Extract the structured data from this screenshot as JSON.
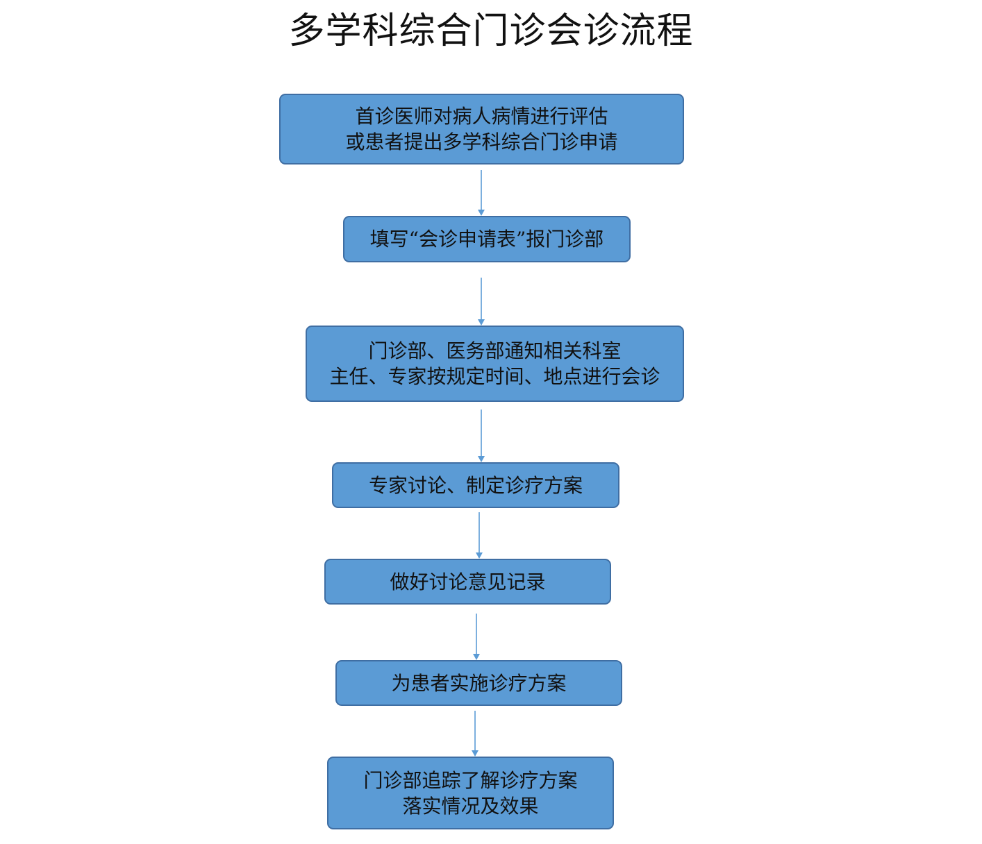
{
  "title": "多学科综合门诊会诊流程",
  "steps": [
    {
      "lines": [
        "首诊医师对病人病情进行评估",
        "或患者提出多学科综合门诊申请"
      ]
    },
    {
      "lines": [
        "填写“会诊申请表”报门诊部"
      ]
    },
    {
      "lines": [
        "门诊部、医务部通知相关科室",
        "主任、专家按规定时间、地点进行会诊"
      ]
    },
    {
      "lines": [
        "专家讨论、制定诊疗方案"
      ]
    },
    {
      "lines": [
        "做好讨论意见记录"
      ]
    },
    {
      "lines": [
        "为患者实施诊疗方案"
      ]
    },
    {
      "lines": [
        "门诊部追踪了解诊疗方案",
        "落实情况及效果"
      ]
    }
  ],
  "colors": {
    "box_fill": "#5b9bd5",
    "box_border": "#3f6ea3",
    "arrow": "#5b9bd5",
    "text": "#111111"
  }
}
